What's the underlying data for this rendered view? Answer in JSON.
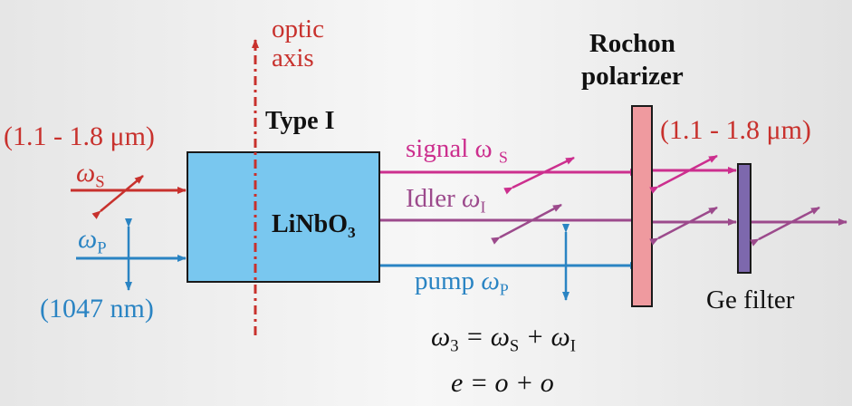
{
  "labels": {
    "optic_axis_line1": "optic",
    "optic_axis_line2": "axis",
    "type": "Type I",
    "rochon_line1": "Rochon",
    "rochon_line2": "polarizer",
    "input_range": "(1.1 - 1.8 μm)",
    "output_range": "(1.1 - 1.8 μm)",
    "omega_s_symbol": "ω",
    "omega_s_sub": "S",
    "omega_p_symbol": "ω",
    "omega_p_sub": "P",
    "pump_wavelength": "(1047 nm)",
    "crystal_main": "LiNbO",
    "crystal_sub": "3",
    "signal_text": "signal ω",
    "signal_sub": "S",
    "idler_text": "Idler ",
    "idler_omega": "ω",
    "idler_sub": "I",
    "pump_text": "pump ",
    "pump_omega": "ω",
    "pump_sub": "P",
    "filter": "Ge filter",
    "eq1_lhs": "ω",
    "eq1_lhs_sub": "3",
    "eq1_mid": " = ω",
    "eq1_mid_sub": "S",
    "eq1_rhs": " + ω",
    "eq1_rhs_sub": "I",
    "eq2": "e = o + o"
  },
  "colors": {
    "signal": "#c8312d",
    "pump": "#2a84c3",
    "signal_out": "#cc2f8e",
    "idler": "#9c4a8c",
    "crystal": "#79c7ef",
    "polarizer": "#ef9a9f",
    "filter": "#7d68ad"
  }
}
